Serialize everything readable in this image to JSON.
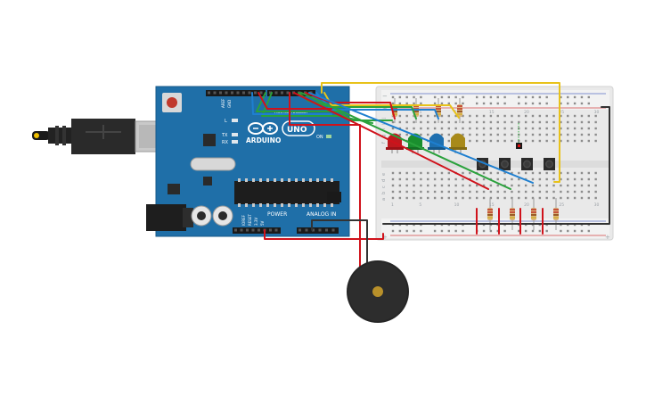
{
  "board": {
    "logo_text": "ARDUINO",
    "model_text": "UNO",
    "on_label": "ON",
    "l_label": "L",
    "tx_label": "TX",
    "rx_label": "RX",
    "digital_label": "DIGITAL (PWM~)",
    "power_label": "POWER",
    "analog_label": "ANALOG IN",
    "aref_label": "AREF",
    "gnd_label": "GND",
    "ioref_label": "IOREF",
    "reset_label": "RESET",
    "v33_label": "3.3V",
    "v5_label": "5V"
  },
  "colors": {
    "board": "#1f6fa8",
    "wire_red": "#d0121b",
    "wire_yellow": "#e8c21a",
    "wire_green": "#2aa13c",
    "wire_blue": "#1e7fd0",
    "wire_black": "#333333",
    "led_red": "#c0181e",
    "led_green": "#1a8f2e",
    "led_blue": "#1d6fb0",
    "led_yellow": "#a88a1a",
    "breadboard": "#ececec",
    "buzzer": "#262626"
  },
  "breadboard": {
    "rail_plus": "+",
    "rail_minus": "−",
    "row_labels_top": [
      "j",
      "i",
      "h",
      "g",
      "f"
    ],
    "row_labels_bottom": [
      "e",
      "d",
      "c",
      "b",
      "a"
    ],
    "column_numbers": [
      "1",
      "5",
      "10",
      "15",
      "20",
      "25",
      "30"
    ]
  },
  "components": {
    "leds": [
      "red-led",
      "green-led",
      "blue-led",
      "yellow-led"
    ],
    "buttons": 4,
    "resistors": 8,
    "buzzer": "piezo-buzzer"
  }
}
